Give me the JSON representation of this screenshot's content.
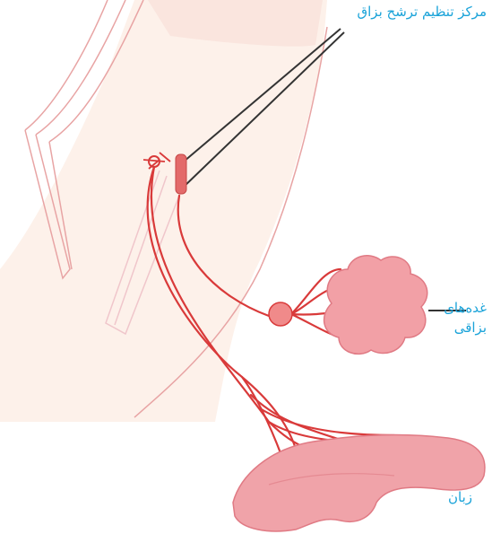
{
  "labels": {
    "salivation_center": "مرکز تنظیم ترشح بزاق",
    "glands_line1": "غده‌های",
    "glands_line2": "بزاقی",
    "tongue": "زبان"
  },
  "colors": {
    "label_text": "#1aa3d9",
    "nerve": "#d93a3a",
    "center_marker": "#e36a6a",
    "gland_fill": "#f2a0a6",
    "tongue_fill": "#f0a3a9",
    "skin_fill": "#fdf1ea",
    "outline": "#e8a4a4",
    "pointer_line": "#333333"
  }
}
